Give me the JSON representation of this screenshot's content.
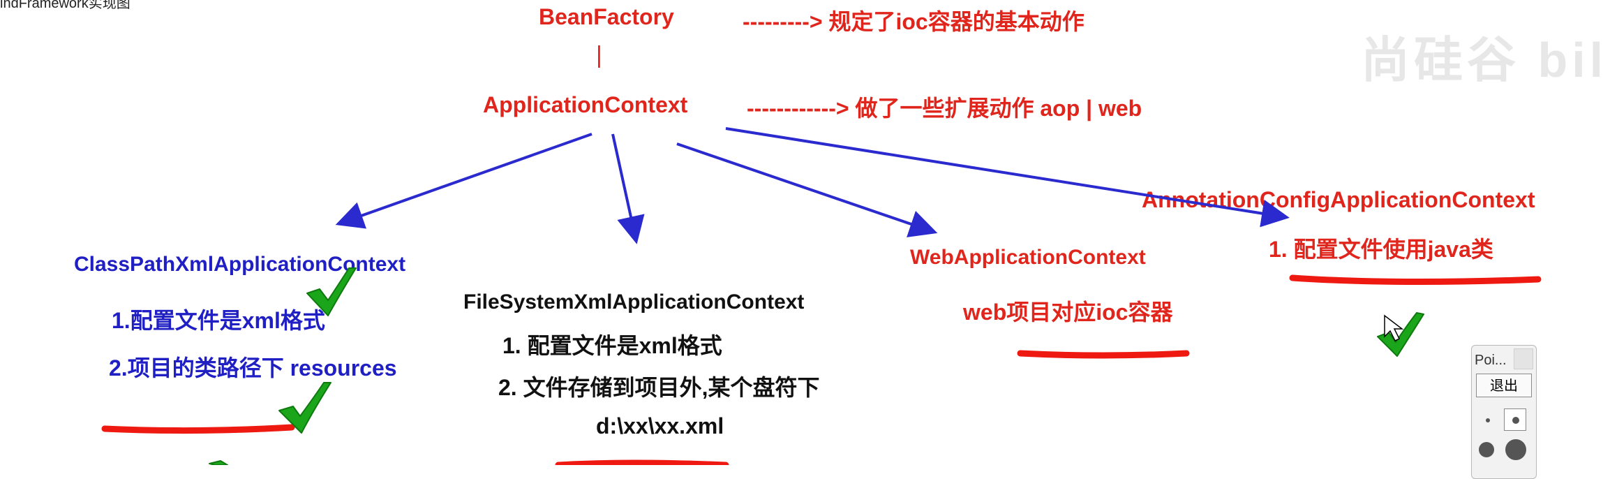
{
  "window": {
    "title": "indFramework实现图"
  },
  "watermark": "尚硅谷 bilibili",
  "diagram": {
    "bean_factory": "BeanFactory",
    "bean_factory_desc": "---------> 规定了ioc容器的基本动作",
    "pipe": "|",
    "application_context": "ApplicationContext",
    "application_context_desc": "------------> 做了一些扩展动作 aop  | web",
    "classpath": {
      "title": "ClassPathXmlApplicationContext",
      "line1": "1.配置文件是xml格式",
      "line2": "2.项目的类路径下 resources"
    },
    "filesystem": {
      "title": "FileSystemXmlApplicationContext",
      "line1": "1. 配置文件是xml格式",
      "line2": "2. 文件存储到项目外,某个盘符下",
      "line3": "d:\\xx\\xx.xml"
    },
    "web": {
      "title": "WebApplicationContext",
      "line1": "web项目对应ioc容器"
    },
    "annotation": {
      "title": "AnnotationConfigApplicationContext",
      "line1": "1. 配置文件使用java类"
    },
    "colors": {
      "red_text": "#e0251c",
      "blue_text": "#1f1fc4",
      "arrow": "#2a2acf",
      "underline": "#ee1a12",
      "checkmark": "#1aa51a"
    }
  },
  "pointer_panel": {
    "title": "Poi...",
    "exit_label": "退出"
  }
}
